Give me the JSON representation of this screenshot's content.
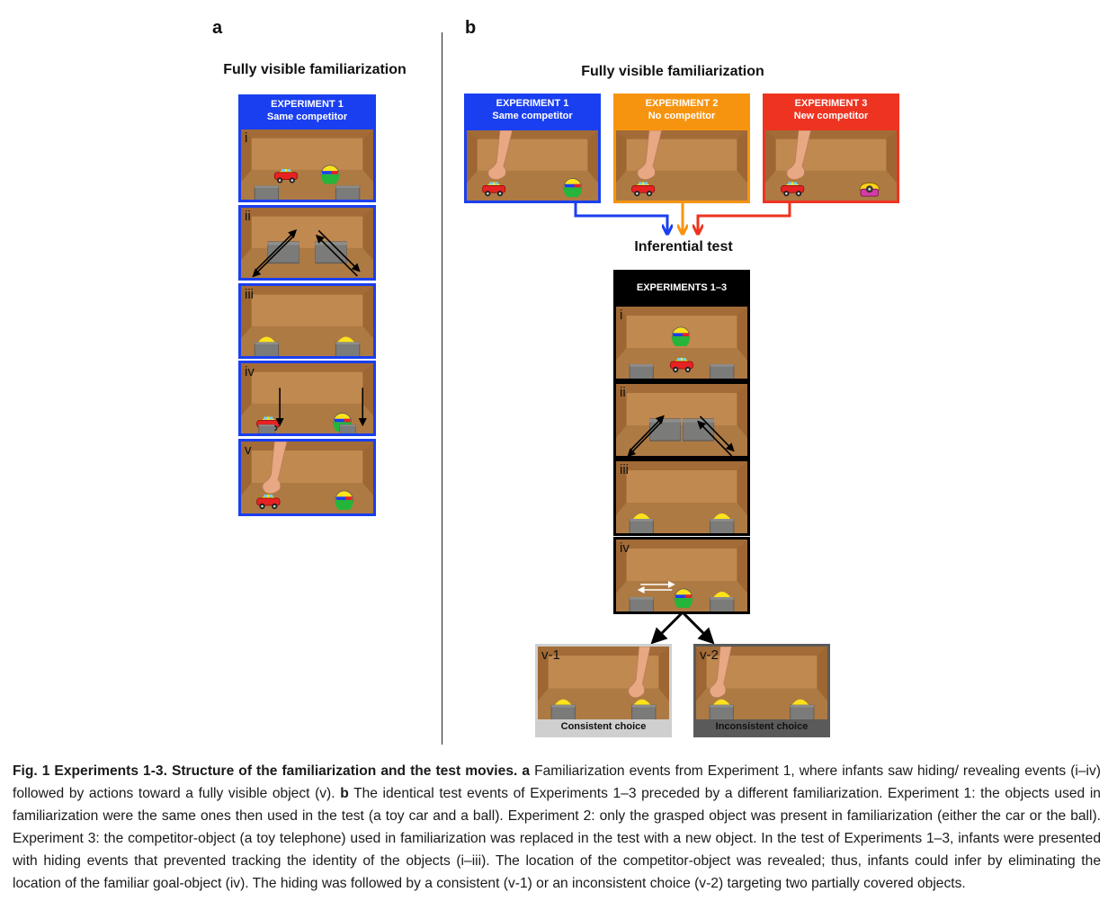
{
  "panel_a": {
    "letter": "a",
    "heading": "Fully visible familiarization",
    "header": {
      "line1": "EXPERIMENT 1",
      "line2": "Same competitor",
      "color": "#1a3ff0"
    },
    "frames": [
      "i",
      "ii",
      "iii",
      "iv",
      "v"
    ]
  },
  "panel_b": {
    "letter": "b",
    "heading": "Fully visible familiarization",
    "experiments": [
      {
        "line1": "EXPERIMENT 1",
        "line2": "Same competitor",
        "color": "#1a3ff0"
      },
      {
        "line1": "EXPERIMENT 2",
        "line2": "No competitor",
        "color": "#f7940f"
      },
      {
        "line1": "EXPERIMENT 3",
        "line2": "New competitor",
        "color": "#ee3320"
      }
    ],
    "test_heading": "Inferential test",
    "test_header": "EXPERIMENTS 1–3",
    "test_frames": [
      "i",
      "ii",
      "iii",
      "iv"
    ],
    "choices": [
      {
        "label": "v-1",
        "caption": "Consistent choice"
      },
      {
        "label": "v-2",
        "caption": "Inconsistent choice"
      }
    ]
  },
  "caption": {
    "title": "Fig. 1 Experiments 1-3. Structure of the familiarization and the test movies.",
    "a_label": "a",
    "a_text": "Familiarization events from Experiment 1, where infants saw hiding/ revealing events (i–iv) followed by actions toward a fully visible object (v).",
    "b_label": "b",
    "b_text": "The identical test events of Experiments 1–3 preceded by a different familiarization. Experiment 1: the objects used in familiarization were the same ones then used in the test (a toy car and a ball). Experiment 2: only the grasped object was present in familiarization (either the car or the ball). Experiment 3: the competitor-object (a toy telephone) used in familiarization was replaced in the test with a new object. In the test of Experiments 1–3, infants were presented with hiding events that prevented tracking the identity of the objects (i–iii). The location of the competitor-object was revealed; thus, infants could infer by eliminating the location of the familiar goal-object (iv). The hiding was followed by a consistent (v-1) or an inconsistent choice (v-2) targeting two partially covered objects."
  }
}
